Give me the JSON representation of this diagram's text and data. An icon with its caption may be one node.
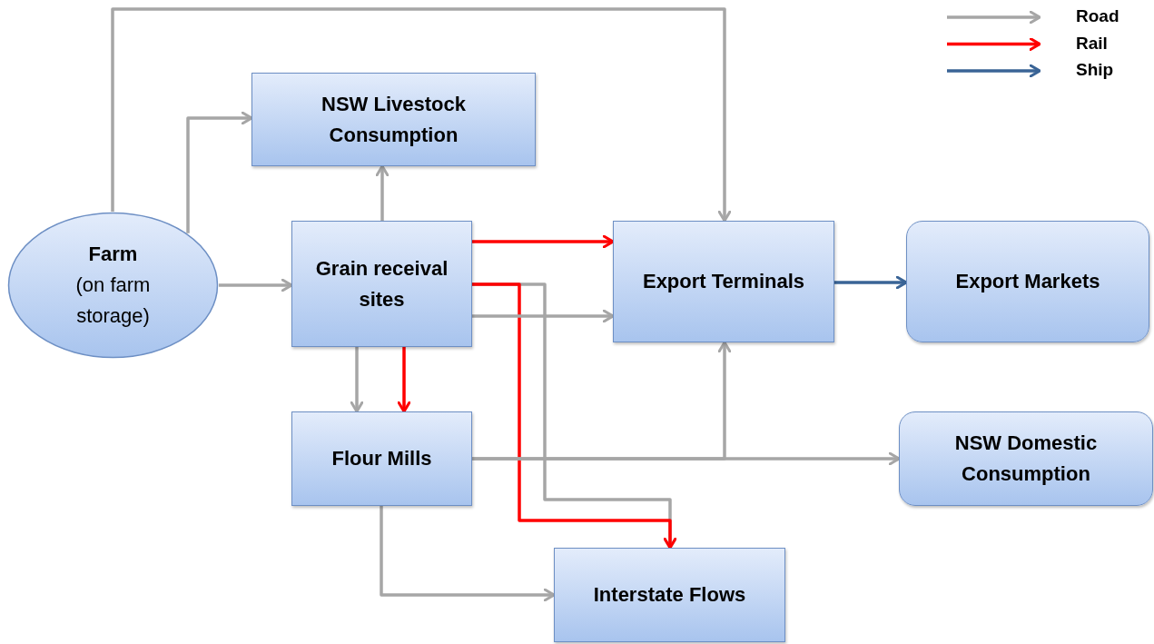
{
  "diagram": {
    "nodes": [
      {
        "text": [
          "Farm",
          "(on farm storage)"
        ]
      },
      {
        "text": [
          "NSW Livestock Consumption"
        ]
      },
      {
        "text": [
          "Grain receival sites"
        ]
      },
      {
        "text": [
          "Export Terminals"
        ]
      },
      {
        "text": [
          "Export Markets"
        ]
      },
      {
        "text": [
          "Flour Mills"
        ]
      },
      {
        "text": [
          "NSW Domestic Consumption"
        ]
      },
      {
        "text": [
          "Interstate Flows"
        ]
      }
    ],
    "edges": [
      {
        "from": 0,
        "to": 3,
        "arrow": "to"
      },
      {
        "from": 0,
        "to": 1,
        "arrow": "to"
      },
      {
        "from": 0,
        "to": 2,
        "arrow": "to"
      },
      {
        "from": 2,
        "to": 1,
        "arrow": "to"
      },
      {
        "from": 2,
        "to": 3,
        "arrow": "to",
        "color": "#ff0000"
      },
      {
        "from": 2,
        "to": 7,
        "arrow": "to"
      },
      {
        "from": 2,
        "to": 7,
        "arrow": "to",
        "color": "#ff0000"
      },
      {
        "from": 2,
        "to": 3,
        "arrow": "to"
      },
      {
        "from": 2,
        "to": 5,
        "arrow": "to"
      },
      {
        "from": 2,
        "to": 5,
        "arrow": "to",
        "color": "#ff0000"
      },
      {
        "from": 3,
        "to": 4,
        "arrow": "to",
        "color": "#3a6496"
      },
      {
        "from": 5,
        "to": 6,
        "arrow": "to"
      },
      {
        "from": 5,
        "to": 3,
        "arrow": "to"
      },
      {
        "from": 5,
        "to": 7,
        "arrow": "to"
      }
    ],
    "legend": [
      {
        "text": "Road"
      },
      {
        "text": "Rail"
      },
      {
        "text": "Ship"
      }
    ]
  }
}
